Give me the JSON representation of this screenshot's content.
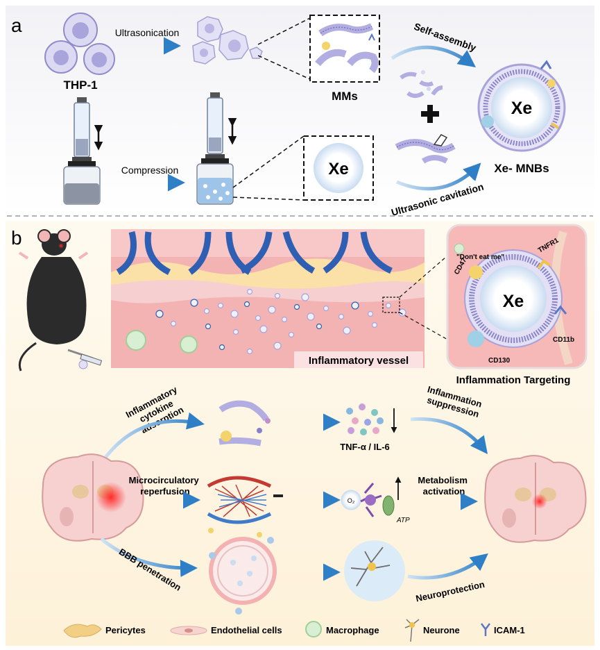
{
  "panel_a": {
    "label": "a",
    "thp1": "THP-1",
    "ultrasonication": "Ultrasonication",
    "mms": "MMs",
    "self_assembly": "Self-assembly",
    "compression": "Compression",
    "xe_core": "Xe",
    "xe_nanobubble": "Xe",
    "ultrasonic_cavitation": "Ultrasonic cavitation",
    "product": "Xe- MNBs"
  },
  "panel_b": {
    "label": "b",
    "inflammatory_vessel": "Inflammatory vessel",
    "dont_eat_me": "\"Don't eat me\"",
    "tnfr1": "TNFR1",
    "cd47": "CD47",
    "xe_particle": "Xe",
    "cd11b": "CD11b",
    "cd130": "CD130",
    "inflammation_targeting": "Inflammation Targeting",
    "cytokine_adsorption": [
      "Inflammatory",
      "cytokine",
      "adsorption"
    ],
    "tnf_il6": "TNF-α / IL-6",
    "inflammation_suppression": [
      "Inflammation",
      "suppression"
    ],
    "microcirculatory": [
      "Microcirculatory",
      "reperfusion"
    ],
    "o2": "O₂",
    "atp": "ATP",
    "metabolism": [
      "Metabolism",
      "activation"
    ],
    "bbb": "BBB penetration",
    "neuroprotection": "Neuroprotection"
  },
  "legend": {
    "pericytes": "Pericytes",
    "endothelial": "Endothelial cells",
    "macrophage": "Macrophage",
    "neurone": "Neurone",
    "icam": "ICAM-1"
  },
  "colors": {
    "arrow_blue": "#3a86c8",
    "vessel_blue": "#2f5fb3",
    "tissue_pink": "#f3b1b1",
    "lavender": "#b9b6e3"
  }
}
